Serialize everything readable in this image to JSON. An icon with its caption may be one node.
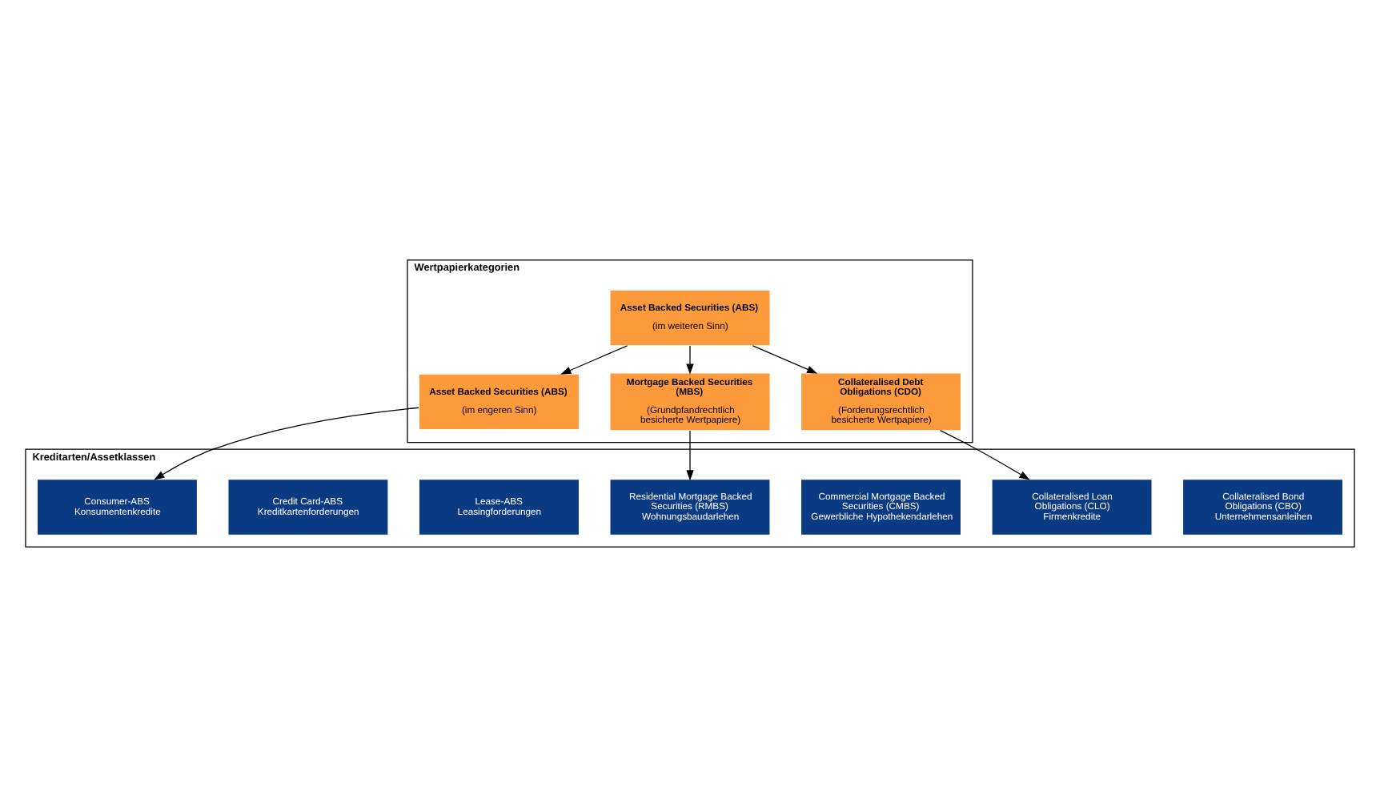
{
  "diagram": {
    "nodes": [
      {
        "text": [
          "Wertpapierkategorien"
        ]
      },
      {
        "text": [
          "Asset Backed Securities (ABS)",
          "(im weiteren Sinn)"
        ],
        "in": 0
      },
      {
        "text": [
          "Asset Backed Securities (ABS)",
          "(im engeren Sinn)"
        ],
        "in": 0
      },
      {
        "text": [
          "Mortgage Backed Securities (MBS)",
          "(Grundpfandrechtlich besicherte Wertpapiere)"
        ],
        "in": 0
      },
      {
        "text": [
          "Collateralised Debt Obligations (CDO)",
          "(Forderungsrechtlich besicherte Wertpapiere)"
        ],
        "in": 0
      },
      {
        "text": [
          "Kreditarten/Assetklassen"
        ]
      },
      {
        "text": [
          "Consumer-ABS",
          "Konsumentenkredite"
        ],
        "in": 5
      },
      {
        "text": [
          "Credit Card-ABS",
          "Kreditkartenforderungen"
        ],
        "in": 5
      },
      {
        "text": [
          "Lease-ABS",
          "Leasingforderungen"
        ],
        "in": 5
      },
      {
        "text": [
          "Residential Mortgage Backed Securities (RMBS)",
          "Wohnungsbaudarlehen"
        ],
        "in": 5
      },
      {
        "text": [
          "Commercial Mortgage Backed Securities (CMBS)",
          "Gewerbliche Hypothekendarlehen"
        ],
        "in": 5
      },
      {
        "text": [
          "Collateralised Loan Obligations (CLO)",
          "Firmenkredite"
        ],
        "in": 5
      },
      {
        "text": [
          "Collateralised Bond Obligations (CBO)",
          "Unternehmensanleihen"
        ],
        "in": 5
      }
    ],
    "edges": [
      {
        "from": 1,
        "to": 2,
        "arrow": "to"
      },
      {
        "from": 1,
        "to": 3,
        "arrow": "to"
      },
      {
        "from": 1,
        "to": 4,
        "arrow": "to"
      },
      {
        "from": 2,
        "to": 6,
        "arrow": "to"
      },
      {
        "from": 3,
        "to": 9,
        "arrow": "to"
      },
      {
        "from": 4,
        "to": 11,
        "arrow": "to"
      }
    ]
  }
}
